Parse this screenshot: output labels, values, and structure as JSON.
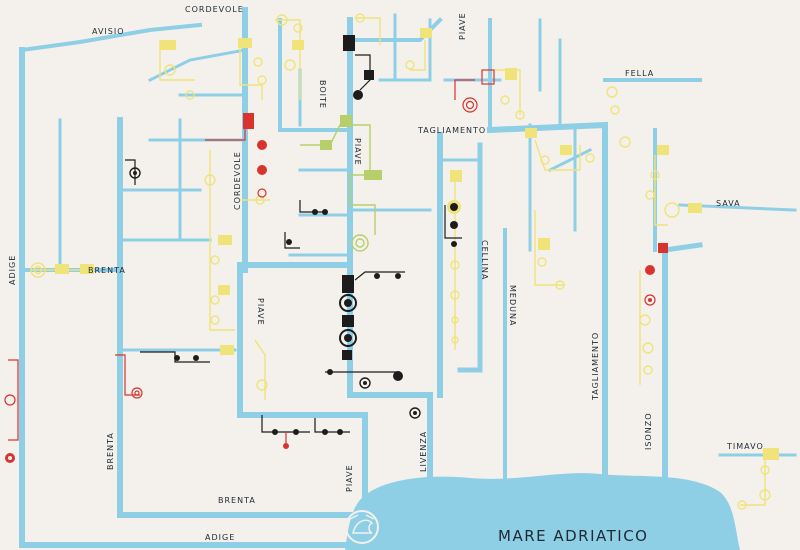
{
  "map": {
    "sea_label": "MARE ADRIATICO",
    "rivers": {
      "avisio": "AVISIO",
      "cordevole_top": "CORDEVOLE",
      "cordevole_mid": "CORDEVOLE",
      "boite": "BOITE",
      "piave_top": "PIAVE",
      "piave_upper": "PIAVE",
      "piave_mid": "PIAVE",
      "piave_low": "PIAVE",
      "fella": "FELLA",
      "tagliamento_top": "TAGLIAMENTO",
      "tagliamento_low": "TAGLIAMENTO",
      "sava": "SAVA",
      "adige_left": "ADIGE",
      "adige_bottom": "ADIGE",
      "brenta_left": "BRENTA",
      "brenta_vert": "BRENTA",
      "brenta_bottom": "BRENTA",
      "cellina": "CELLINA",
      "meduna": "MEDUNA",
      "livenza": "LIVENZA",
      "isonzo": "ISONZO",
      "timavo": "TIMAVO"
    },
    "colors": {
      "background": "#f4f1ec",
      "river": "#8fcfe6",
      "sea": "#8fcfe6",
      "network_yellow": "#f0e37a",
      "network_green": "#b6cf6a",
      "network_red": "#d8332e",
      "network_black": "#1c1c1c"
    },
    "icons": {
      "emblem": "lion-emblem"
    }
  }
}
